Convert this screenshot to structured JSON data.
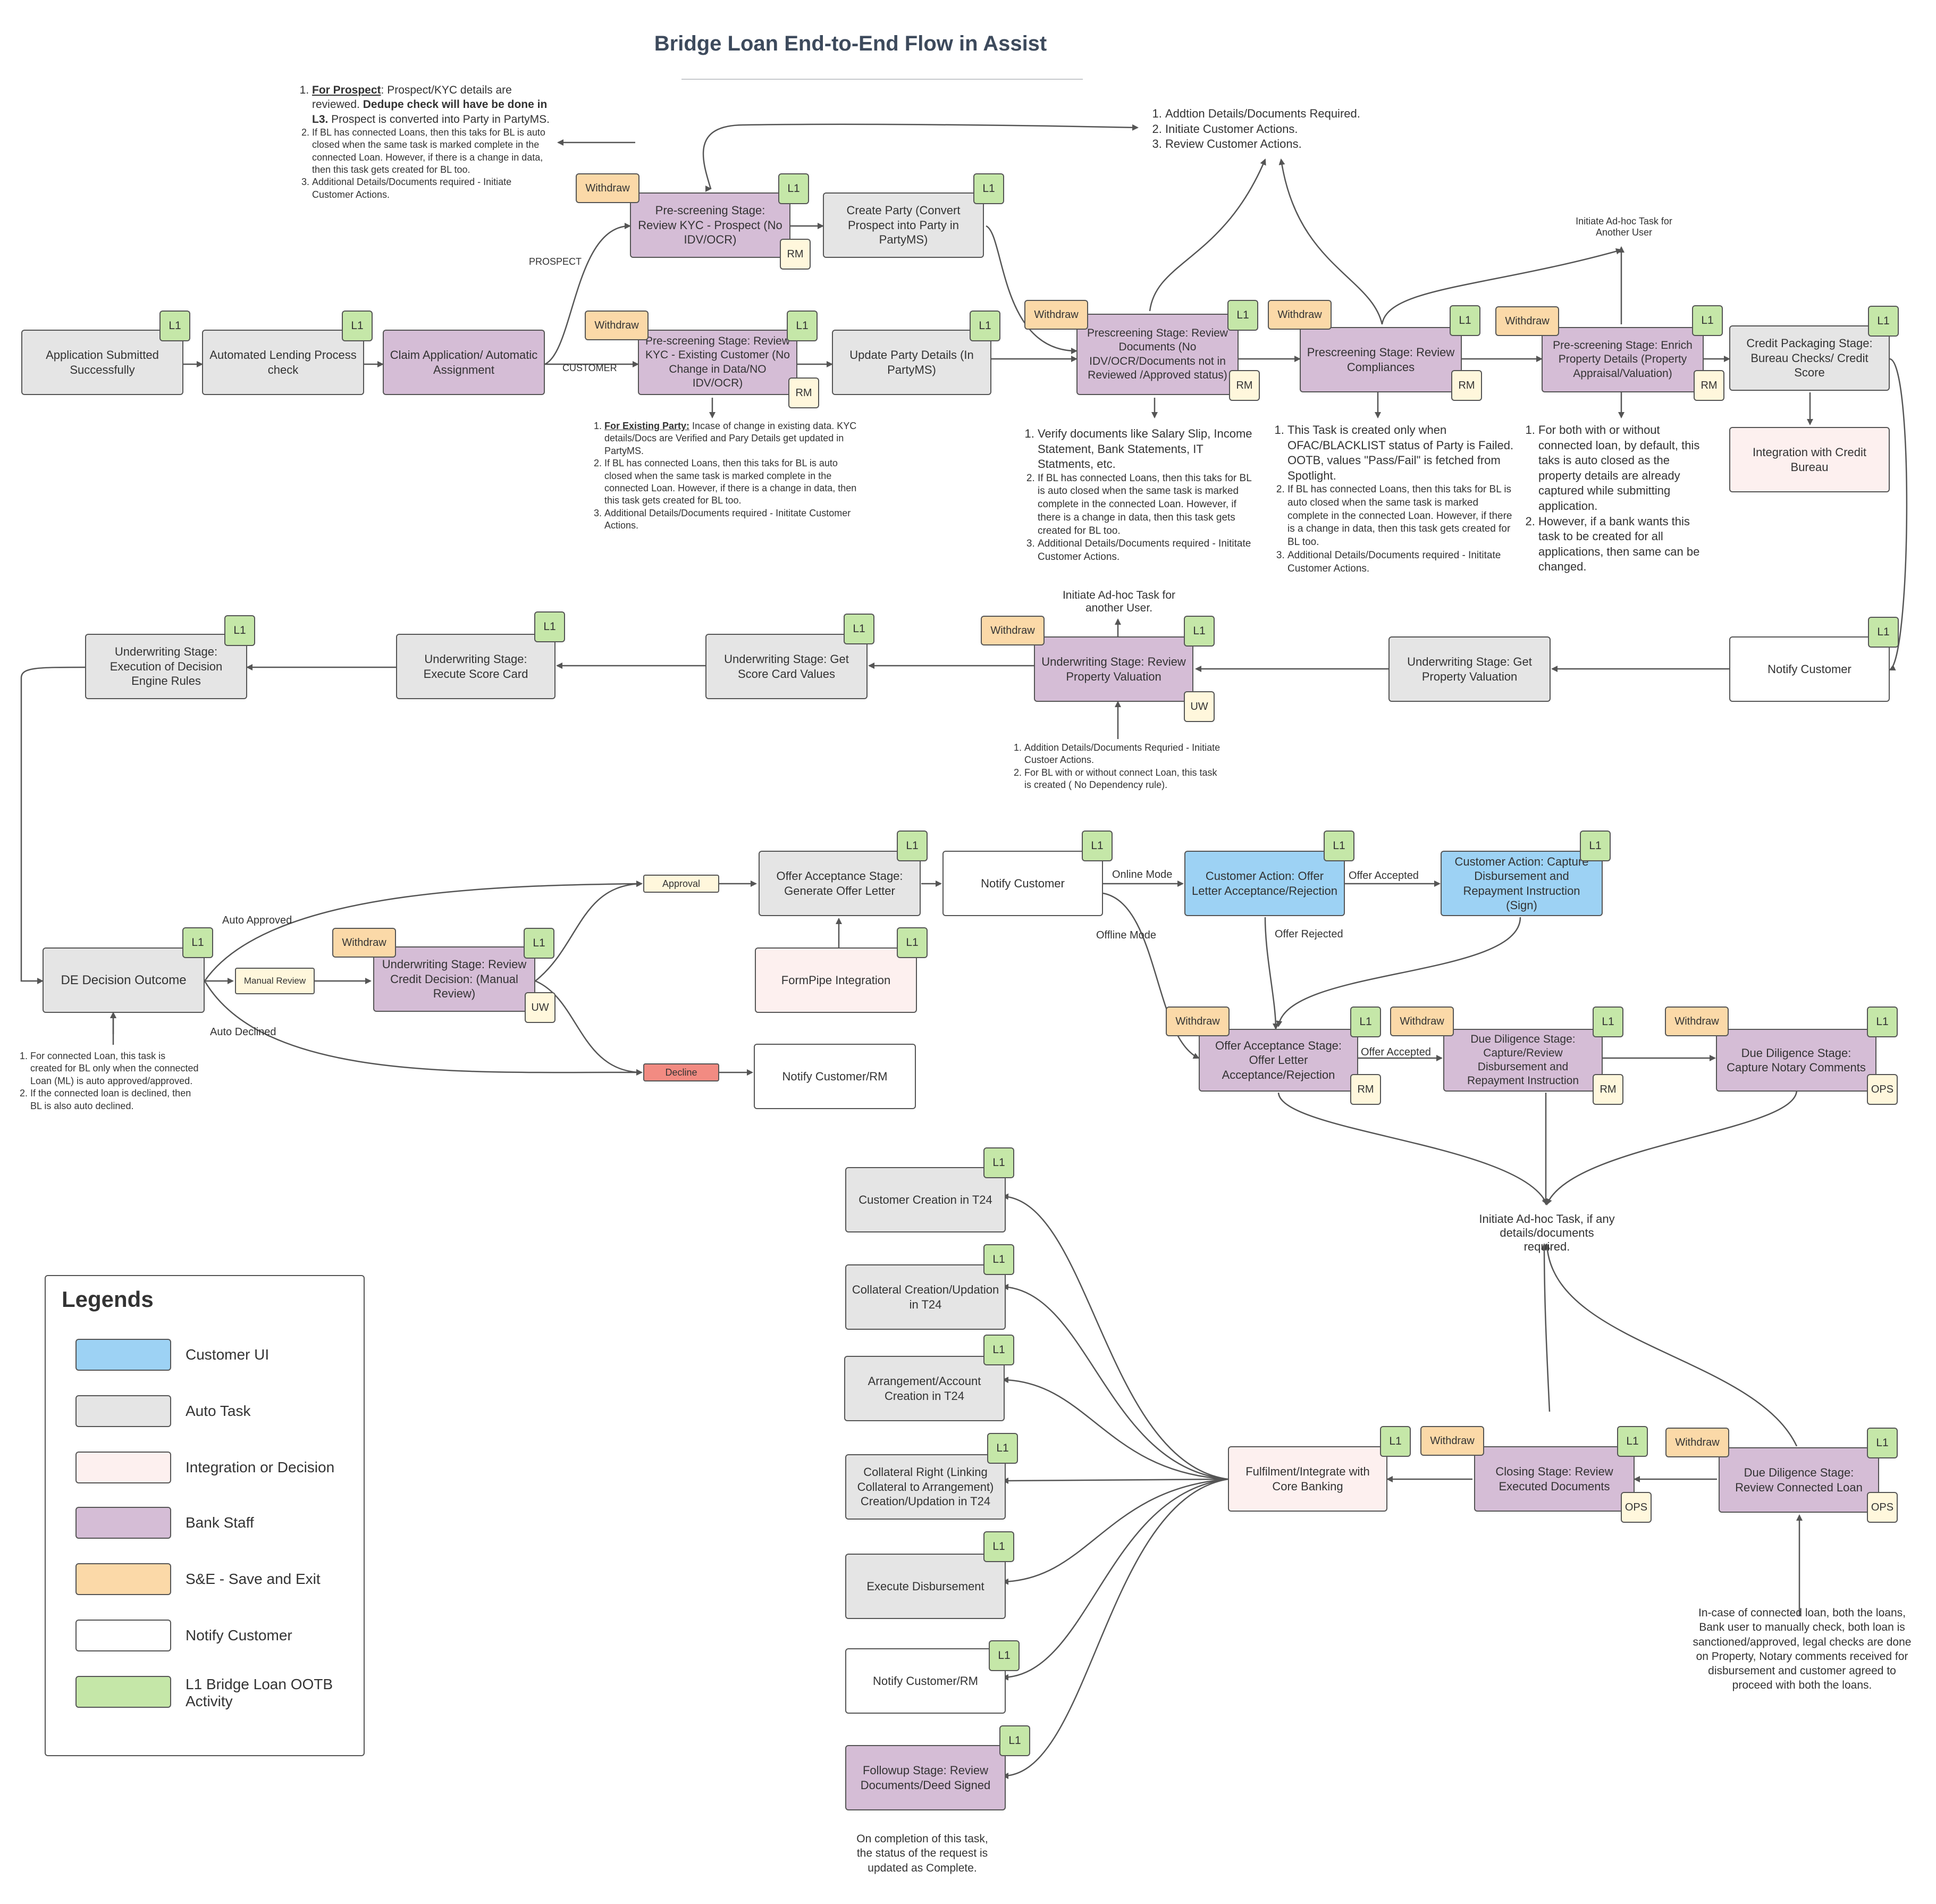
{
  "title": "Bridge Loan End-to-End Flow in Assist",
  "badges": {
    "l1": "L1",
    "rm": "RM",
    "uw": "UW",
    "ops": "OPS",
    "withdraw": "Withdraw"
  },
  "nodes": {
    "app_submitted": "Application Submitted Successfully",
    "automated_lending": "Automated Lending Process check",
    "claim_application": "Claim Application/ Automatic Assignment",
    "kyc_prospect": "Pre-screening Stage: Review KYC - Prospect (No IDV/OCR)",
    "create_party": "Create Party (Convert Prospect into Party in PartyMS)",
    "kyc_existing": "Pre-screening Stage: Review KYC - Existing Customer (No Change in Data/NO IDV/OCR)",
    "update_party": "Update Party Details (In PartyMS)",
    "review_documents": "Prescreening Stage: Review Documents (No IDV/OCR/Documents not in Reviewed /Approved status)",
    "review_compliances": "Prescreening Stage: Review Compliances",
    "enrich_property": "Pre-screening Stage: Enrich Property Details (Property Appraisal/Valuation)",
    "credit_packaging": "Credit Packaging Stage: Bureau Checks/ Credit Score",
    "credit_bureau": "Integration with Credit Bureau",
    "notify_customer_1": "Notify Customer",
    "get_property_valuation": "Underwriting Stage: Get Property Valuation",
    "review_property_valuation": "Underwriting Stage: Review Property Valuation",
    "score_card_values": "Underwriting Stage: Get Score Card Values",
    "execute_score_card": "Underwriting Stage: Execute Score Card",
    "decision_engine": "Underwriting Stage: Execution of Decision Engine Rules",
    "de_outcome": "DE Decision Outcome",
    "credit_decision": "Underwriting Stage: Review Credit Decision: (Manual Review)",
    "generate_offer": "Offer Acceptance Stage: Generate Offer Letter",
    "formpipe": "FormPipe Integration",
    "notify_customer_2": "Notify Customer",
    "notify_customer_rm_1": "Notify Customer/RM",
    "customer_offer": "Customer Action: Offer Letter Acceptance/Rejection",
    "customer_disbursement": "Customer Action: Capture Disbursement and Repayment Instruction (Sign)",
    "offer_acceptance": "Offer Acceptance Stage: Offer Letter Acceptance/Rejection",
    "dd_disbursement": "Due Diligence Stage: Capture/Review Disbursement and Repayment Instruction",
    "dd_notary": "Due Diligence Stage: Capture Notary Comments",
    "customer_creation": "Customer Creation in T24",
    "collateral_creation": "Collateral Creation/Updation in T24",
    "arrangement": "Arrangement/Account Creation in T24",
    "collateral_right": "Collateral Right (Linking Collateral to Arrangement) Creation/Updation in T24",
    "execute_disbursement": "Execute Disbursement",
    "notify_customer_rm_2": "Notify Customer/RM",
    "followup": "Followup Stage: Review Documents/Deed Signed",
    "fulfilment": "Fulfilment/Integrate with Core Banking",
    "closing": "Closing Stage: Review Executed Documents",
    "dd_connected": "Due Diligence Stage: Review Connected Loan"
  },
  "pills": {
    "approval": "Approval",
    "manual_review": "Manual Review",
    "decline": "Decline"
  },
  "edge_labels": {
    "prospect": "PROSPECT",
    "customer": "CUSTOMER",
    "auto_approved": "Auto Approved",
    "auto_declined": "Auto Declined",
    "online_mode": "Online Mode",
    "offline_mode": "Offline Mode",
    "offer_accepted_1": "Offer Accepted",
    "offer_rejected": "Offer Rejected",
    "offer_accepted_2": "Offer Accepted",
    "adhoc_another_user": "Initiate Ad-hoc Task for Another User",
    "adhoc_another_user_2": "Initiate Ad-hoc Task for another User.",
    "adhoc_details": "Initiate Ad-hoc Task, if any details/documents required."
  },
  "notes": {
    "top_right": [
      "Addtion Details/Documents Required.",
      "Initiate Customer Actions.",
      "Review Customer Actions."
    ],
    "prospect": {
      "head": "For Prospect",
      "item1_a": ": Prospect/KYC details are reviewed. ",
      "item1_b": "Dedupe check will have be done in L3.",
      "item1_c": " Prospect is converted into Party in PartyMS.",
      "item2": "If BL has connected Loans, then this taks for BL is auto closed when the same task is marked complete in the connected Loan. However, if there is a change in data, then this task gets created for BL too.",
      "item3": "Additional Details/Documents required - Initiate Customer Actions."
    },
    "existing": {
      "head": "For Existing Party:",
      "item1": " Incase of change in existing data. KYC details/Docs are Verified and Pary Details get updated in PartyMS.",
      "item2": "If BL has connected Loans, then this taks for BL is auto closed when the same task is marked complete in the connected Loan. However, if there is a change in data, then this task gets created for BL too.",
      "item3": "Additional Details/Documents required - Inititate Customer Actions."
    },
    "documents": [
      "Verify documents like Salary Slip, Income Statement, Bank Statements, IT Statments, etc.",
      "If BL has connected Loans, then this taks for BL is auto closed when the same task is marked complete in the connected Loan. However, if there is a change in data, then this task gets created for BL too.",
      "Additional Details/Documents required - Inititate Customer Actions."
    ],
    "compliances": [
      "This Task is created only when OFAC/BLACKLIST status of Party is Failed. OOTB, values \"Pass/Fail\" is fetched from Spotlight.",
      "If BL has connected Loans, then this taks for BL is auto closed when the same task is marked complete in the connected Loan. However, if there is a change in data, then this task gets created for BL too.",
      "Additional Details/Documents required - Inititate Customer Actions."
    ],
    "property": [
      "For both with or without connected loan, by default, this taks is auto closed as the property details are already captured while submitting application.",
      "However, if a bank wants this task to be created for all applications, then same can be changed."
    ],
    "valuation": [
      "Addition Details/Documents Requried - Initiate Custoer Actions.",
      "For BL with or without connect Loan, this task is created ( No Dependency rule)."
    ],
    "de_outcome": [
      "For connected Loan, this task is created for BL only when the connected Loan (ML) is auto approved/approved.",
      "If the connected loan is declined, then BL is also auto declined."
    ],
    "connected_loan": "In-case of connected loan, both the loans, Bank user to manually check, both loan is sanctioned/approved, legal checks are done on Property, Notary comments received for disbursement and customer agreed to proceed with both the loans.",
    "completion": "On completion of this task, the status of the request is updated as Complete."
  },
  "legend": {
    "title": "Legends",
    "items": [
      {
        "label": "Customer  UI",
        "color": "#9dd2f4"
      },
      {
        "label": "Auto Task",
        "color": "#e5e5e5"
      },
      {
        "label": "Integration or Decision",
        "color": "#fdf0ef"
      },
      {
        "label": "Bank Staff",
        "color": "#d5bdd6"
      },
      {
        "label": "S&E - Save and Exit",
        "color": "#fbd9a8"
      },
      {
        "label": "Notify Customer",
        "color": "#ffffff"
      },
      {
        "label": "L1 Bridge Loan OOTB Activity",
        "color": "#c5e7a8"
      }
    ]
  }
}
